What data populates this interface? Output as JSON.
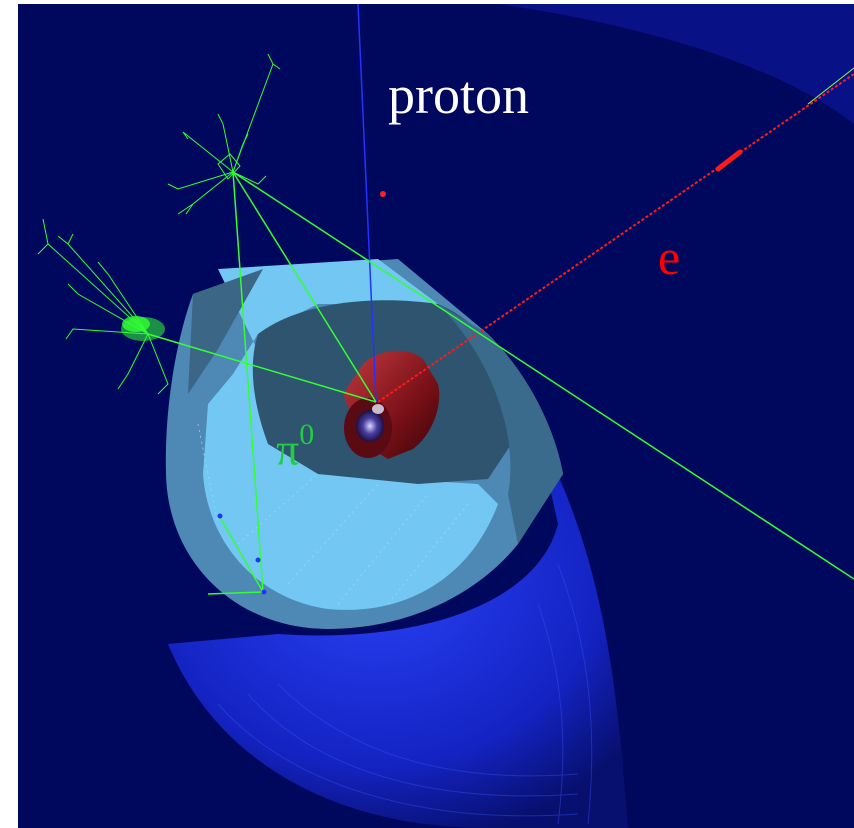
{
  "labels": {
    "proton": "proton",
    "electron": "e",
    "pion_base": "π",
    "pion_charge": "0"
  },
  "colors": {
    "background": "#00085e",
    "proton_track": "#2233ff",
    "electron_track": "#ff1a1a",
    "photon_track": "#33ff33",
    "detector_light": "#6fc3ef",
    "detector_dark": "#2f5a72",
    "beam_pipe": "#8a1a22",
    "outer_shell": "#1a2ad8"
  }
}
